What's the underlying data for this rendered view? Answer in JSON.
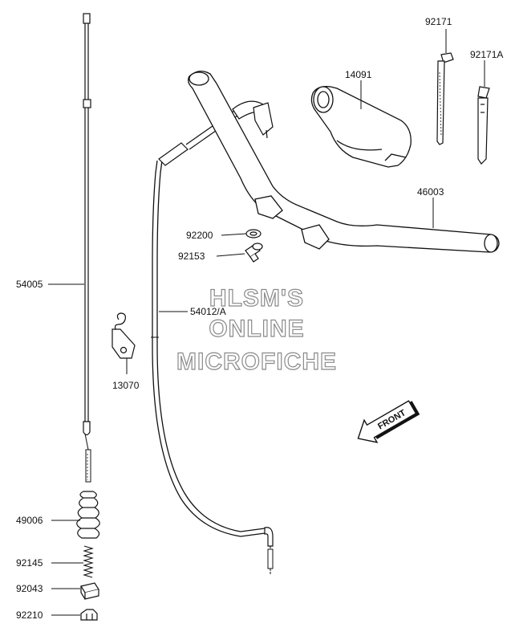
{
  "part_labels": {
    "p92171": "92171",
    "p92171a": "92171A",
    "p14091": "14091",
    "p46003": "46003",
    "p92200": "92200",
    "p92153": "92153",
    "p54005": "54005",
    "p54012a": "54012/A",
    "p13070": "13070",
    "p49006": "49006",
    "p92145": "92145",
    "p92043": "92043",
    "p92210": "92210"
  },
  "watermark": {
    "line1": "HLSM'S",
    "line2": "ONLINE",
    "line3": "MICROFICHE"
  },
  "front_arrow": {
    "label": "FRONT"
  }
}
